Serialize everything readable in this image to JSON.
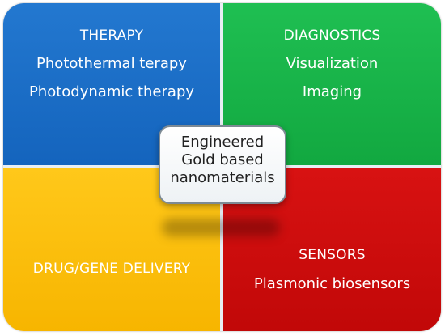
{
  "quadrants": {
    "therapy": {
      "title": "THERAPY",
      "items": [
        "Photothermal terapy",
        "Photodynamic therapy"
      ]
    },
    "diagnostics": {
      "title": "DIAGNOSTICS",
      "items": [
        "Visualization",
        "Imaging"
      ]
    },
    "drug_delivery": {
      "title": "DRUG/GENE DELIVERY"
    },
    "sensors": {
      "title": "SENSORS",
      "items": [
        "Plasmonic biosensors"
      ]
    }
  },
  "center": {
    "lines": [
      "Engineered",
      "Gold based",
      "nanomaterials"
    ]
  },
  "colors": {
    "therapy": "#1a6cc6",
    "diagnostics": "#16b347",
    "drug_delivery": "#fbbd0b",
    "sensors": "#cc0d0d",
    "center_border": "#7d8a94"
  }
}
